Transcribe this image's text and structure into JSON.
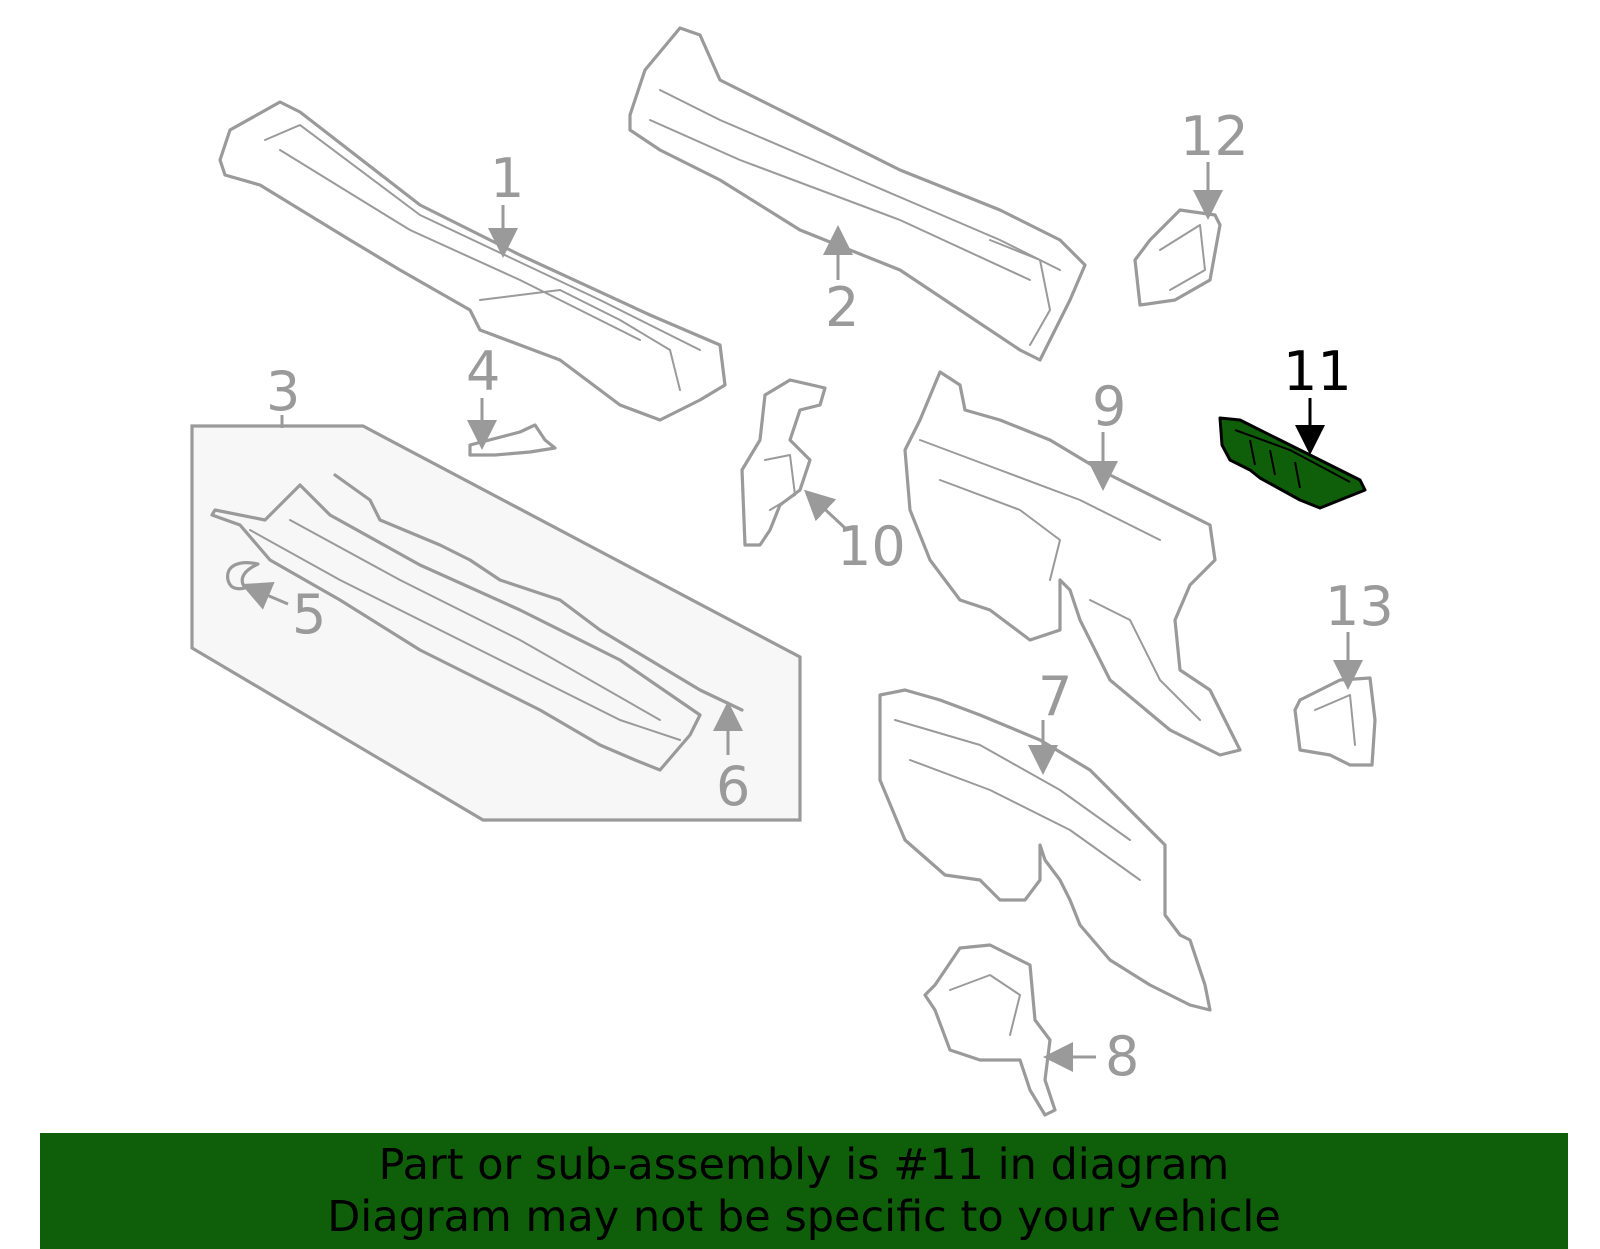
{
  "diagram": {
    "highlight_color": "#0f5e0a",
    "part_stroke_color": "#9a9a9a",
    "active_label_color": "#000000",
    "callouts": {
      "c1": "1",
      "c2": "2",
      "c3": "3",
      "c4": "4",
      "c5": "5",
      "c6": "6",
      "c7": "7",
      "c8": "8",
      "c9": "9",
      "c10": "10",
      "c11": "11",
      "c12": "12",
      "c13": "13"
    },
    "highlighted_part": "11"
  },
  "banner": {
    "line1": "Part or sub-assembly is #11 in diagram",
    "line2": "Diagram may not be specific to your vehicle"
  }
}
